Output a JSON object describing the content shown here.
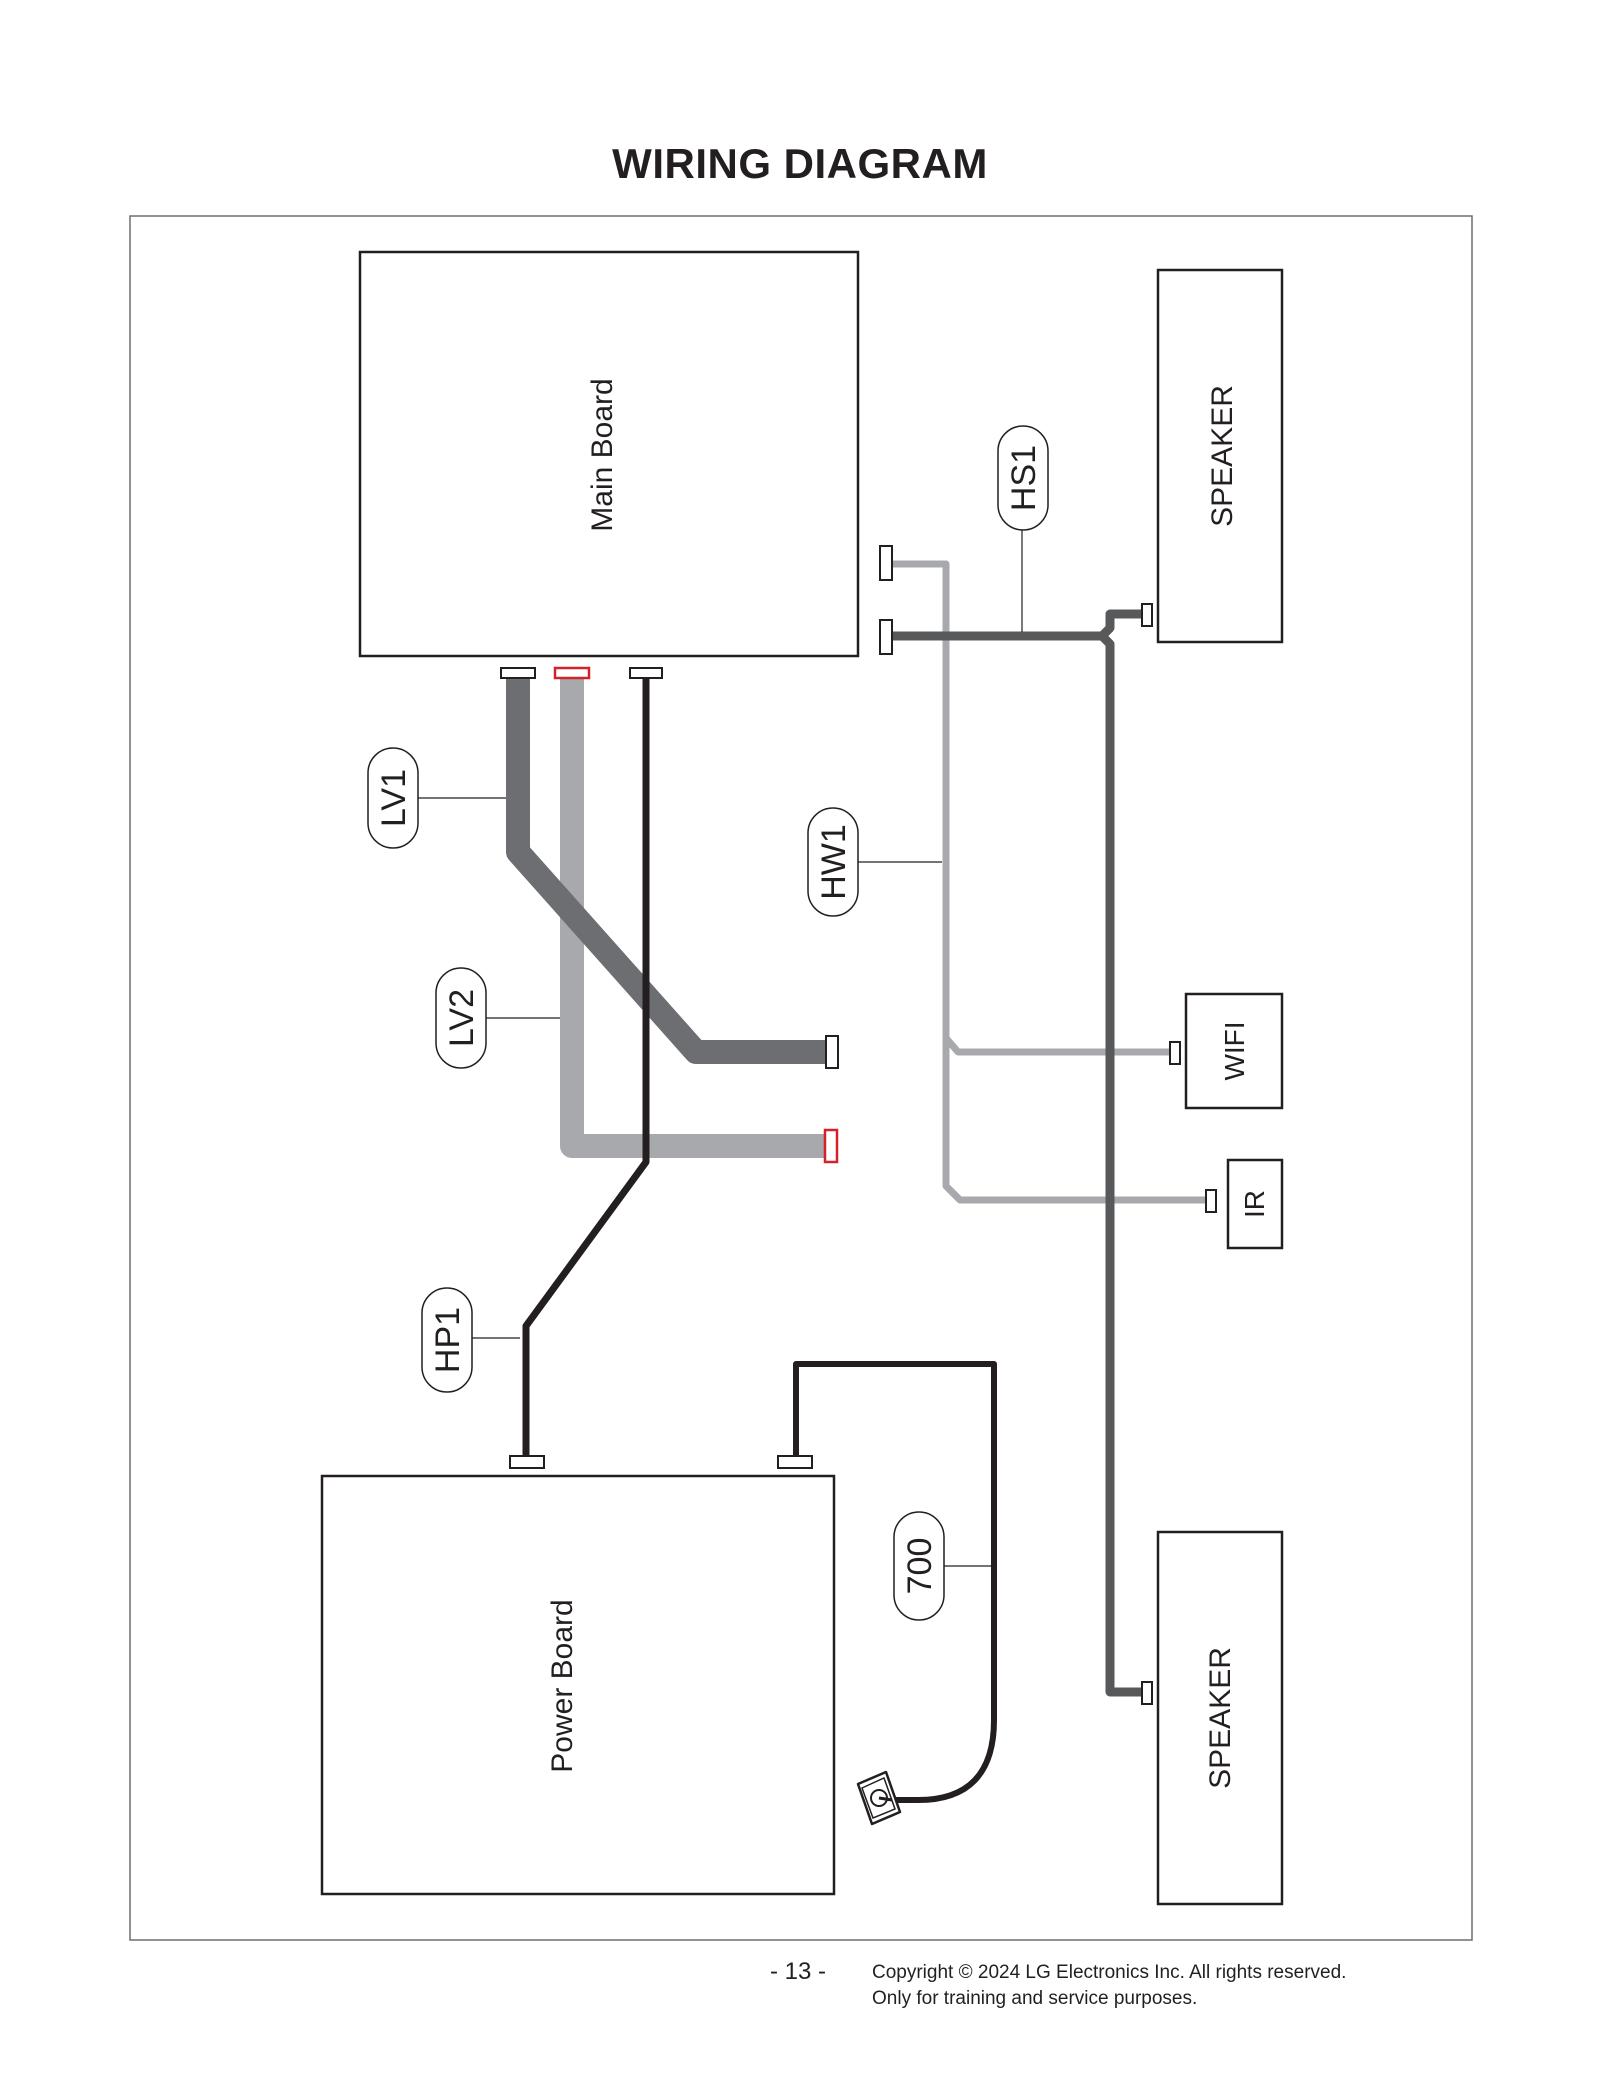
{
  "page": {
    "title": "WIRING DIAGRAM",
    "page_number": "- 13 -",
    "copyright_line1": "Copyright © 2024 LG Electronics Inc. All rights reserved.",
    "copyright_line2": "Only for training and service purposes."
  },
  "components": {
    "main_board": "Main Board",
    "power_board": "Power Board",
    "speaker_top": "SPEAKER",
    "speaker_bottom": "SPEAKER",
    "wifi": "WIFI",
    "ir": "IR"
  },
  "cables": {
    "lv1": "LV1",
    "lv2": "LV2",
    "hp1": "HP1",
    "hw1": "HW1",
    "hs1": "HS1",
    "power_cord": "700"
  },
  "colors": {
    "outline": "#231f20",
    "cable_dark_gray": "#6d6e71",
    "cable_light_gray": "#a7a9ac",
    "cable_black": "#231f20",
    "connector_highlight": "#d2232a"
  }
}
